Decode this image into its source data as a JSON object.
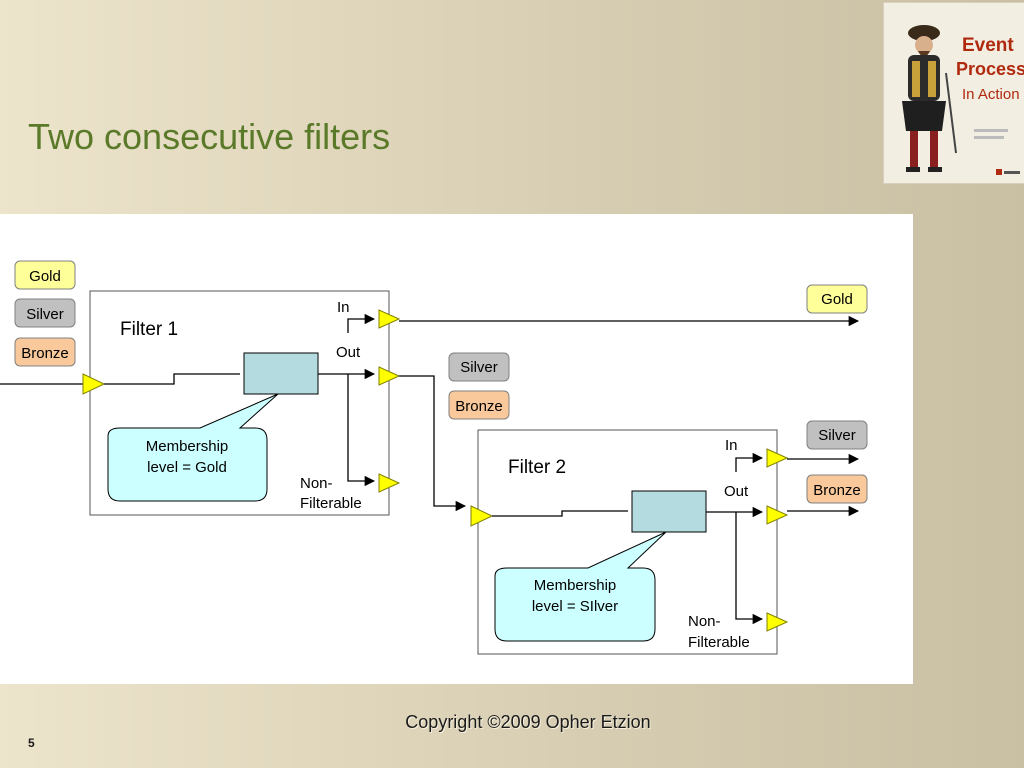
{
  "slide": {
    "title": "Two consecutive filters",
    "copyright": "Copyright ©2009 Opher Etzion",
    "number": "5"
  },
  "book_cover": {
    "title_line1": "Event",
    "title_line2": "Processing",
    "title_line3": "In Action"
  },
  "diagram": {
    "input_events": [
      "Gold",
      "Silver",
      "Bronze"
    ],
    "filter1": {
      "label": "Filter  1",
      "in_label": "In",
      "out_label": "Out",
      "nonfilterable_label": [
        "Non-",
        "Filterable"
      ],
      "condition": [
        "Membership",
        "level = Gold"
      ]
    },
    "filter1_output_in": [
      "Gold"
    ],
    "filter1_output_out": [
      "Silver",
      "Bronze"
    ],
    "filter2": {
      "label": "Filter  2",
      "in_label": "In",
      "out_label": "Out",
      "nonfilterable_label": [
        "Non-",
        "Filterable"
      ],
      "condition": [
        "Membership",
        "level = SIlver"
      ]
    },
    "filter2_output_in": [
      "Silver"
    ],
    "filter2_output_out": [
      "Bronze"
    ]
  },
  "colors": {
    "gold": "#ffff99",
    "silver": "#c0c0c0",
    "bronze": "#f9c89b",
    "port": "#ffff00",
    "agent_box": "#b3dbe0",
    "callout": "#ccffff",
    "title_green": "#5a7a2a"
  }
}
